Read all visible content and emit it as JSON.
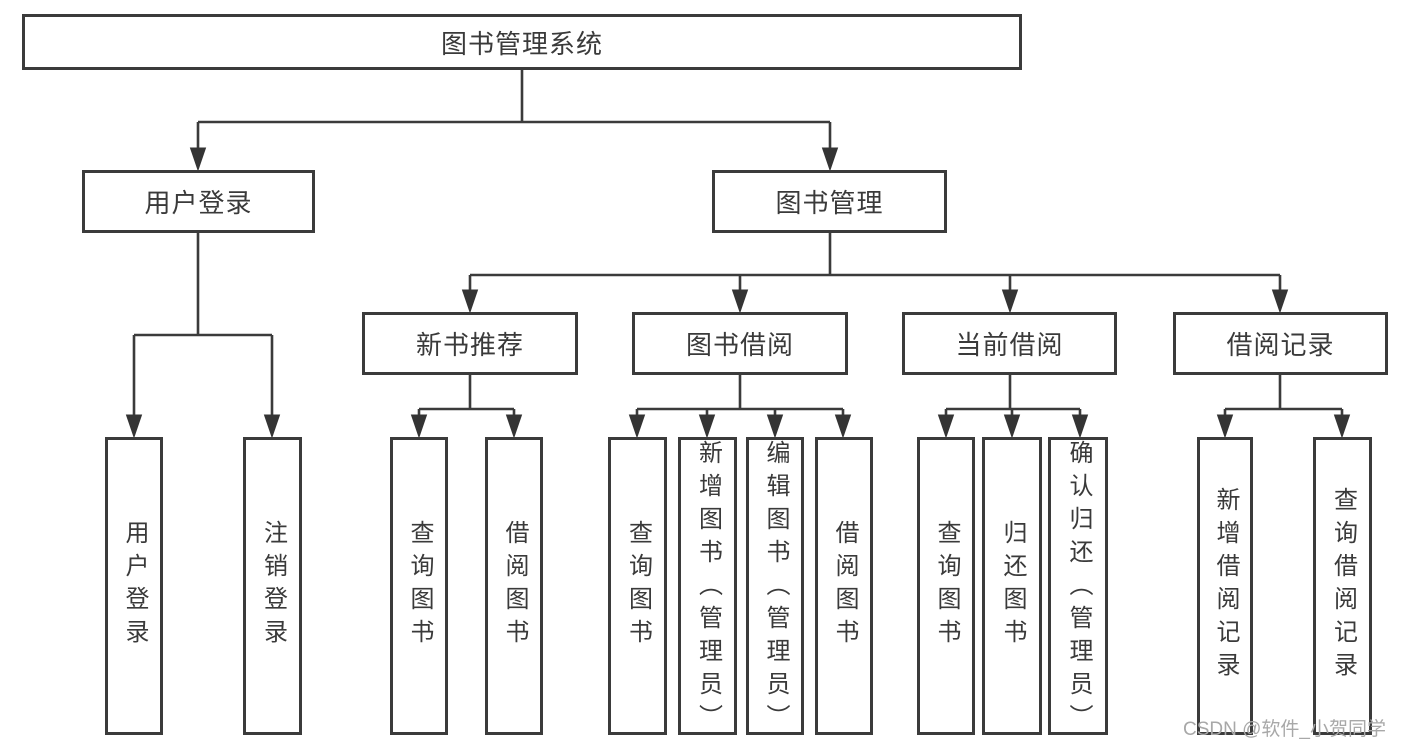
{
  "nodes": {
    "root": {
      "label": "图书管理系统"
    },
    "user_login": {
      "label": "用户登录"
    },
    "book_mgmt": {
      "label": "图书管理"
    },
    "new_book_rec": {
      "label": "新书推荐"
    },
    "book_borrow": {
      "label": "图书借阅"
    },
    "current_borrow": {
      "label": "当前借阅"
    },
    "borrow_records": {
      "label": "借阅记录"
    },
    "leaf_user_login": {
      "label": "用户登录"
    },
    "leaf_logout": {
      "label": "注销登录"
    },
    "rec_query_books": {
      "label": "查询图书"
    },
    "rec_borrow_books": {
      "label": "借阅图书"
    },
    "bb_query_books": {
      "label": "查询图书"
    },
    "bb_add_books": {
      "label": "新增图书（管理员）"
    },
    "bb_edit_books": {
      "label": "编辑图书（管理员）"
    },
    "bb_borrow_books": {
      "label": "借阅图书"
    },
    "cb_query_books": {
      "label": "查询图书"
    },
    "cb_return_books": {
      "label": "归还图书"
    },
    "cb_confirm_return": {
      "label": "确认归还（管理员）"
    },
    "br_add_record": {
      "label": "新增借阅记录"
    },
    "br_query_record": {
      "label": "查询借阅记录"
    }
  },
  "watermark": {
    "text": "CSDN @软件_小贺同学"
  },
  "colors": {
    "line": "#3b3b3b",
    "arrow": "#343434",
    "text": "#3a3a3a",
    "watermark": "#a8a8a8",
    "background": "#ffffff"
  }
}
